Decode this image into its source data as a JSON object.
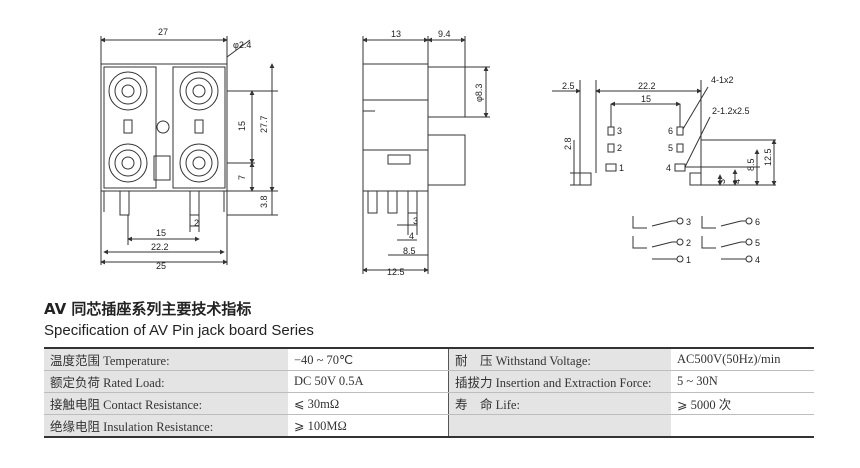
{
  "drawing": {
    "front": {
      "w27": "27",
      "phi24": "φ2.4",
      "d15": "15",
      "d277": "27.7",
      "d7": "7",
      "d38": "3.8",
      "d2": "2",
      "b15": "15",
      "b222": "22.2",
      "b25": "25"
    },
    "side": {
      "d13": "13",
      "d94": "9.4",
      "phi83": "φ8.3",
      "d3": "3",
      "d4": "4",
      "d85": "8.5",
      "d125": "12.5"
    },
    "pcb": {
      "d25": "2.5",
      "d222": "22.2",
      "d15": "15",
      "h41": "4-1x2",
      "h212": "2-1.2x2.5",
      "d28": "2.8",
      "d3": "3",
      "d4": "4",
      "d85": "8.5",
      "d125": "12.5",
      "p3": "3",
      "p2": "2",
      "p1": "1",
      "p6": "6",
      "p5": "5",
      "p4": "4"
    },
    "schematic": {
      "n3": "3",
      "n2": "2",
      "n1": "1",
      "n6": "6",
      "n5": "5",
      "n4": "4"
    }
  },
  "title_zh": "AV 同芯插座系列主要技术指标",
  "title_en": "Specification of AV Pin jack board Series",
  "spec": {
    "rows": [
      {
        "l1": "温度范围 Temperature:",
        "v1": "−40 ~ 70℃",
        "l2": "耐　压 Withstand Voltage:",
        "v2": "AC500V(50Hz)/min"
      },
      {
        "l1": "额定负荷 Rated Load:",
        "v1": "DC 50V 0.5A",
        "l2": "插拔力 Insertion and Extraction Force:",
        "v2": "5 ~ 30N"
      },
      {
        "l1": "接触电阻 Contact Resistance:",
        "v1": "⩽ 30mΩ",
        "l2": "寿　命 Life:",
        "v2": "⩾ 5000 次"
      },
      {
        "l1": "绝缘电阻 Insulation Resistance:",
        "v1": "⩾ 100MΩ",
        "l2": "",
        "v2": ""
      }
    ]
  }
}
